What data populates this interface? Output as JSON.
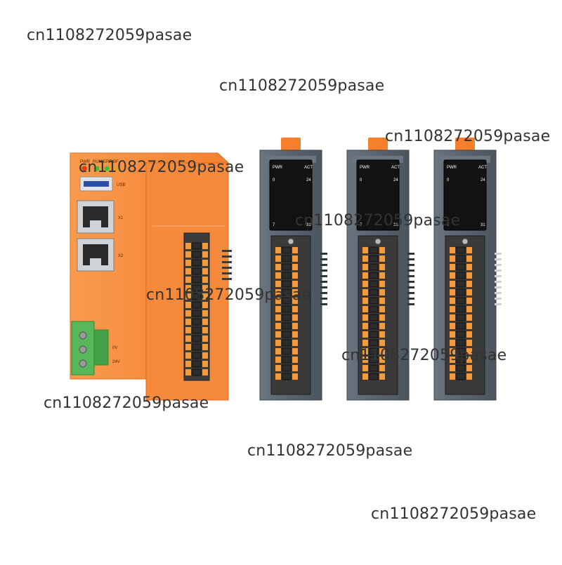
{
  "watermark": "cn1108272059pasae",
  "cpu_module": {
    "led_labels": [
      "PWR",
      "RUN",
      "ERR",
      "BF"
    ],
    "usb_label": "USB",
    "port_x1_label": "X1",
    "port_x2_label": "X2",
    "power_0v_label": "0V",
    "power_24v_label": "24V",
    "color": "#f7893b"
  },
  "io_modules": [
    {
      "pwr_label": "PWR",
      "act_label": "ACT",
      "start_index": "0",
      "top_right_index": "24",
      "bottom_left_index": "7",
      "bottom_right_index": "31"
    },
    {
      "pwr_label": "PWR",
      "act_label": "ACT",
      "start_index": "0",
      "top_right_index": "24",
      "bottom_left_index": "7",
      "bottom_right_index": "31"
    },
    {
      "pwr_label": "PWR",
      "act_label": "ACT",
      "start_index": "0",
      "top_right_index": "24",
      "bottom_left_index": "7",
      "bottom_right_index": "31"
    }
  ],
  "colors": {
    "housing_gray": "#5c6670",
    "terminal_orange": "#f39a3c",
    "latch_orange": "#f57f2b"
  }
}
